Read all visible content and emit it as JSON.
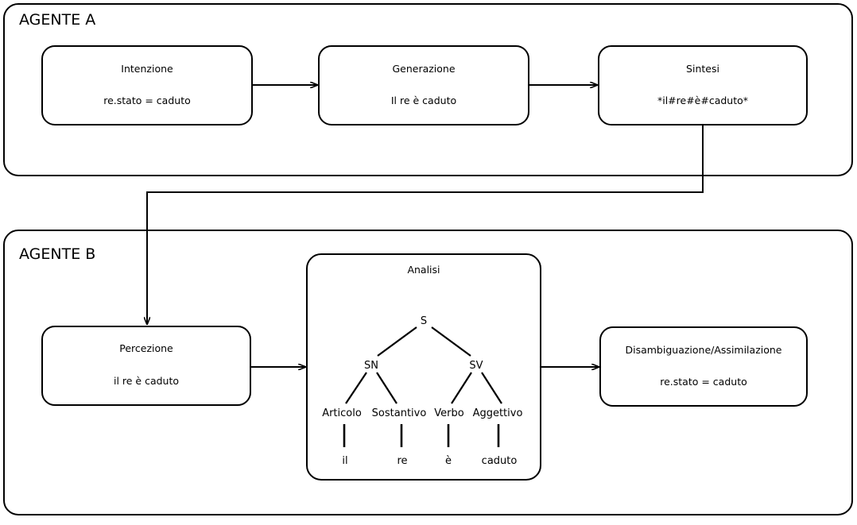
{
  "diagram": {
    "title_not_shown": "",
    "agents": [
      {
        "id": "agent-a",
        "label": "AGENTE A",
        "nodes": [
          {
            "id": "intenzione",
            "title": "Intenzione",
            "sub": "re.stato = caduto"
          },
          {
            "id": "generazione",
            "title": "Generazione",
            "sub": "Il re è caduto"
          },
          {
            "id": "sintesi",
            "title": "Sintesi",
            "sub": "*il#re#è#caduto*"
          }
        ]
      },
      {
        "id": "agent-b",
        "label": "AGENTE B",
        "nodes": [
          {
            "id": "percezione",
            "title": "Percezione",
            "sub": "il re è caduto"
          },
          {
            "id": "analisi",
            "title": "Analisi",
            "sub": ""
          },
          {
            "id": "disambiguazione",
            "title": "Disambiguazione/Assimilazione",
            "sub": "re.stato = caduto"
          }
        ]
      }
    ],
    "parse_tree": {
      "root": "S",
      "phrases": [
        "SN",
        "SV"
      ],
      "pos_tags": [
        "Articolo",
        "Sostantivo",
        "Verbo",
        "Aggettivo"
      ],
      "words": [
        "il",
        "re",
        "è",
        "caduto"
      ]
    },
    "colors": {
      "stroke": "#000000",
      "background": "#ffffff"
    }
  }
}
